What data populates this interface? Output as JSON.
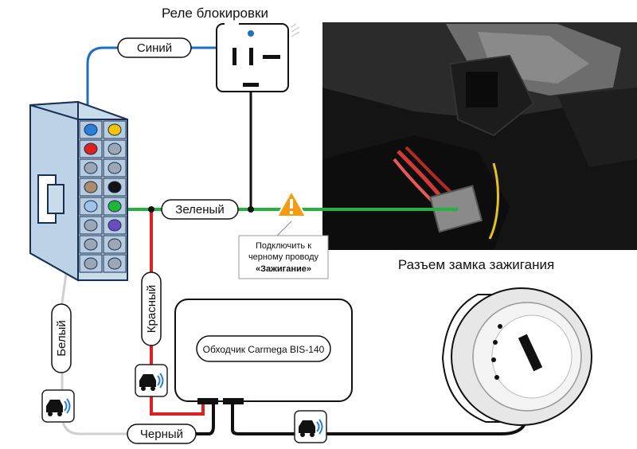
{
  "relay": {
    "title": "Реле блокировки"
  },
  "ignition": {
    "caption": "Разъем замка зажигания"
  },
  "wires": {
    "blue": "Синий",
    "green": "Зеленый",
    "red": "Красный",
    "white": "Белый",
    "black": "Черный"
  },
  "note": {
    "line1": "Подключить к",
    "line2": "черному проводу",
    "line3": "«Зажигание»"
  },
  "module": {
    "label": "Обходчик Carmega BIS-140"
  },
  "icons": [
    "relay-icon",
    "connector-block-icon",
    "warning-icon",
    "car-wave-icon",
    "ignition-lock-icon"
  ],
  "colors": {
    "blue_wire": "#1f6fbf",
    "green_wire": "#22b33a",
    "red_wire": "#e02020",
    "white_wire": "#cfcfcf",
    "black_wire": "#111111",
    "warning": "#f39c12",
    "connector_fill": "#c9dcec"
  }
}
